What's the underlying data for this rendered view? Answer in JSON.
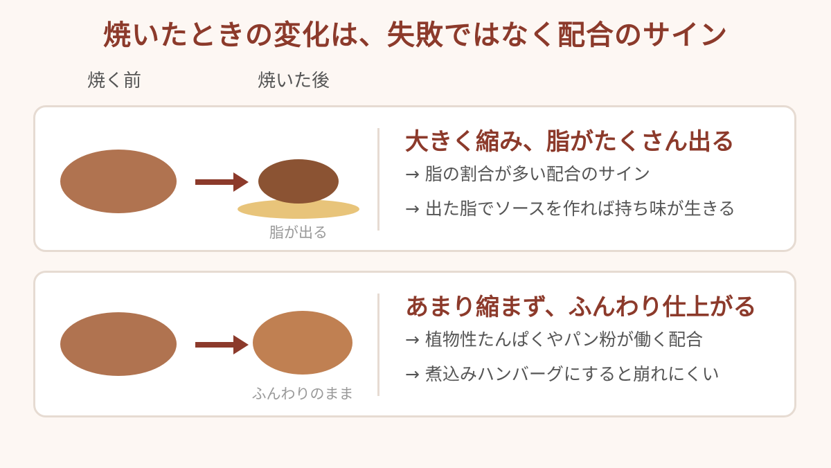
{
  "title": "焼いたときの変化は、失敗ではなく配合のサイン",
  "columns": {
    "before": "焼く前",
    "after": "焼いた後"
  },
  "cards": [
    {
      "caption": "脂が出る",
      "heading": "大きく縮み、脂がたくさん出る",
      "bullets": [
        "→ 脂の割合が多い配合のサイン",
        "→ 出た脂でソースを作れば持ち味が生きる"
      ]
    },
    {
      "caption": "ふんわりのまま",
      "heading": "あまり縮まず、ふんわり仕上がる",
      "bullets": [
        "→ 植物性たんぱくやパン粉が働く配合",
        "→ 煮込みハンバーグにすると崩れにくい"
      ]
    }
  ],
  "colors": {
    "title": "#8c3a2b",
    "raw_patty": "#b07350",
    "cooked_patty_shrunk": "#8b5333",
    "cooked_patty_fluffy": "#c08052",
    "fat_pool": "#e8c47a",
    "arrow": "#8c3a2b",
    "card_border": "#e6dbd2",
    "background": "#fdf7f3"
  }
}
